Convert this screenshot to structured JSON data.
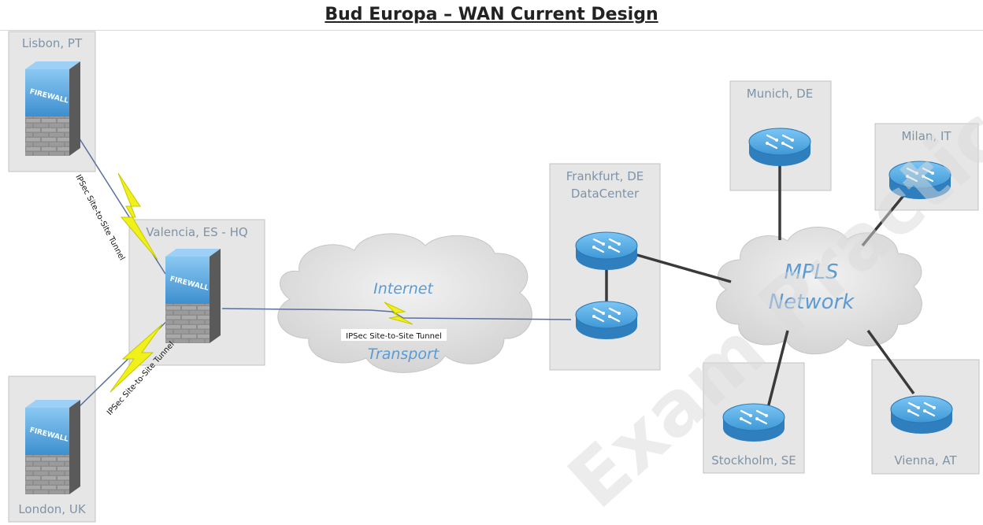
{
  "title": "Bud Europa – WAN Current Design",
  "sites": {
    "lisbon": "Lisbon, PT",
    "valencia": "Valencia, ES - HQ",
    "london": "London, UK",
    "frankfurt_line1": "Frankfurt, DE",
    "frankfurt_line2": "DataCenter",
    "munich": "Munich, DE",
    "milan": "Milan, IT",
    "stockholm": "Stockholm, SE",
    "vienna": "Vienna, AT"
  },
  "clouds": {
    "internet_line1": "Internet",
    "internet_line2": "Transport",
    "mpls_line1": "MPLS",
    "mpls_line2": "Network"
  },
  "tunnel_label": "IPSec Site-to-Site Tunnel",
  "firewall_label": "FIREWALL",
  "watermark": "Exam Practice Lab",
  "colors": {
    "site_box": "#e6e6e6",
    "site_text": "#7f93a6",
    "cloud_text": "#5b9bd5",
    "router": "#4fa8e4",
    "firewall_face": "#5aa9e6",
    "tunnel_bolt": "#f0f01a"
  },
  "icons": [
    "firewall-icon",
    "router-icon",
    "cloud-icon",
    "lightning-bolt-icon"
  ]
}
